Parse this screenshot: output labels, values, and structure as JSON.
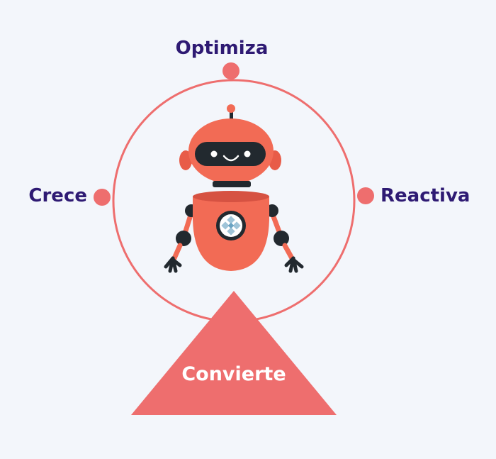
{
  "labels": {
    "top": "Optimiza",
    "left": "Crece",
    "right": "Reactiva",
    "bottom": "Convierte"
  },
  "colors": {
    "background": "#f3f6fb",
    "accent": "#ee6e6e",
    "robot_body": "#f26b55",
    "robot_dark": "#22292f",
    "label_text": "#2e1a73",
    "label_on_accent": "#ffffff"
  },
  "icons": {
    "robot": "robot-mascot-icon"
  }
}
